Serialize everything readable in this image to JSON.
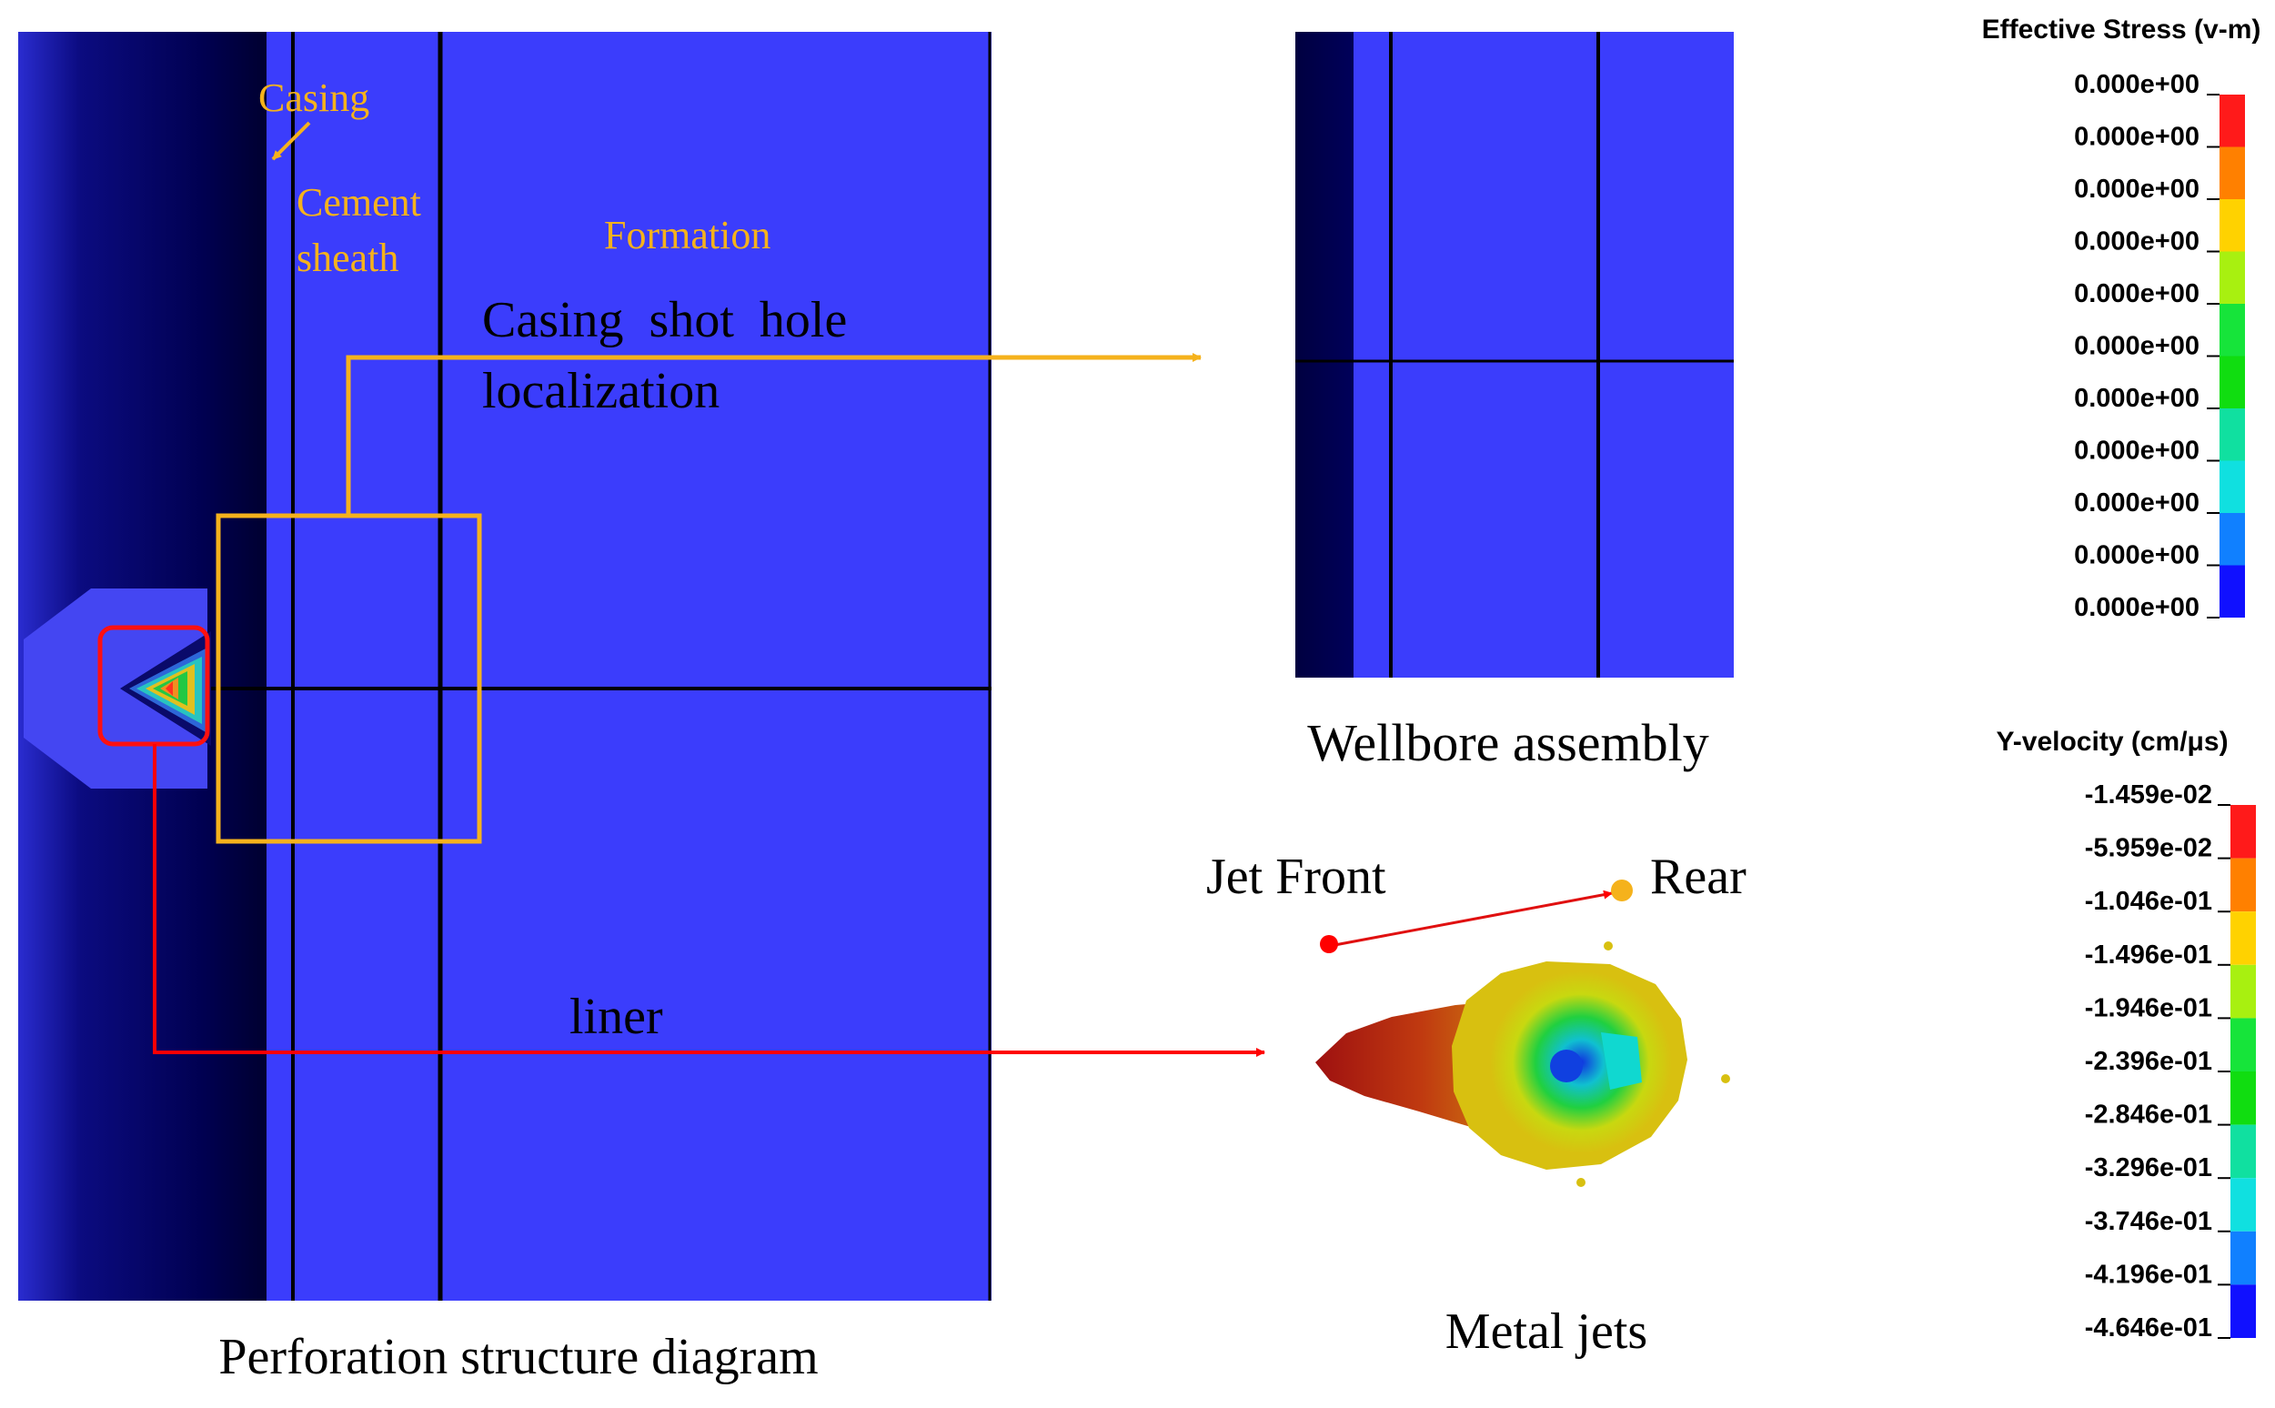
{
  "colors": {
    "domain_blue": "#3b3dfc",
    "casing_dark": "#000050",
    "annotation_orange": "#f5b21c",
    "liner_red": "#ff0000",
    "line_black": "#000000"
  },
  "left_panel": {
    "casing_label": "Casing",
    "cement_label_line1": "Cement",
    "cement_label_line2": "sheath",
    "formation_label": "Formation",
    "shot_hole_label_line1": "Casing  shot  hole",
    "shot_hole_label_line2": "localization",
    "liner_label": "liner",
    "caption": "Perforation structure diagram"
  },
  "wellbore_panel": {
    "caption": "Wellbore assembly"
  },
  "jet_panel": {
    "jet_front_label": "Jet Front",
    "rear_label": "Rear",
    "caption": "Metal jets"
  },
  "stress_legend": {
    "title": "Effective Stress (v-m)",
    "ticks": [
      "0.000e+00",
      "0.000e+00",
      "0.000e+00",
      "0.000e+00",
      "0.000e+00",
      "0.000e+00",
      "0.000e+00",
      "0.000e+00",
      "0.000e+00",
      "0.000e+00",
      "0.000e+00"
    ],
    "colors": [
      "#ff1a1a",
      "#ff8000",
      "#ffd200",
      "#a8f010",
      "#16e43a",
      "#10dd10",
      "#10e0a0",
      "#10e0e0",
      "#1080ff",
      "#1010ff"
    ]
  },
  "velocity_legend": {
    "title": "Y-velocity (cm/μs)",
    "ticks": [
      "-1.459e-02",
      "-5.959e-02",
      "-1.046e-01",
      "-1.496e-01",
      "-1.946e-01",
      "-2.396e-01",
      "-2.846e-01",
      "-3.296e-01",
      "-3.746e-01",
      "-4.196e-01",
      "-4.646e-01"
    ],
    "colors": [
      "#ff1a1a",
      "#ff8000",
      "#ffd200",
      "#a8f010",
      "#16e43a",
      "#10dd10",
      "#10e0a0",
      "#10e0e0",
      "#1080ff",
      "#1010ff"
    ]
  }
}
